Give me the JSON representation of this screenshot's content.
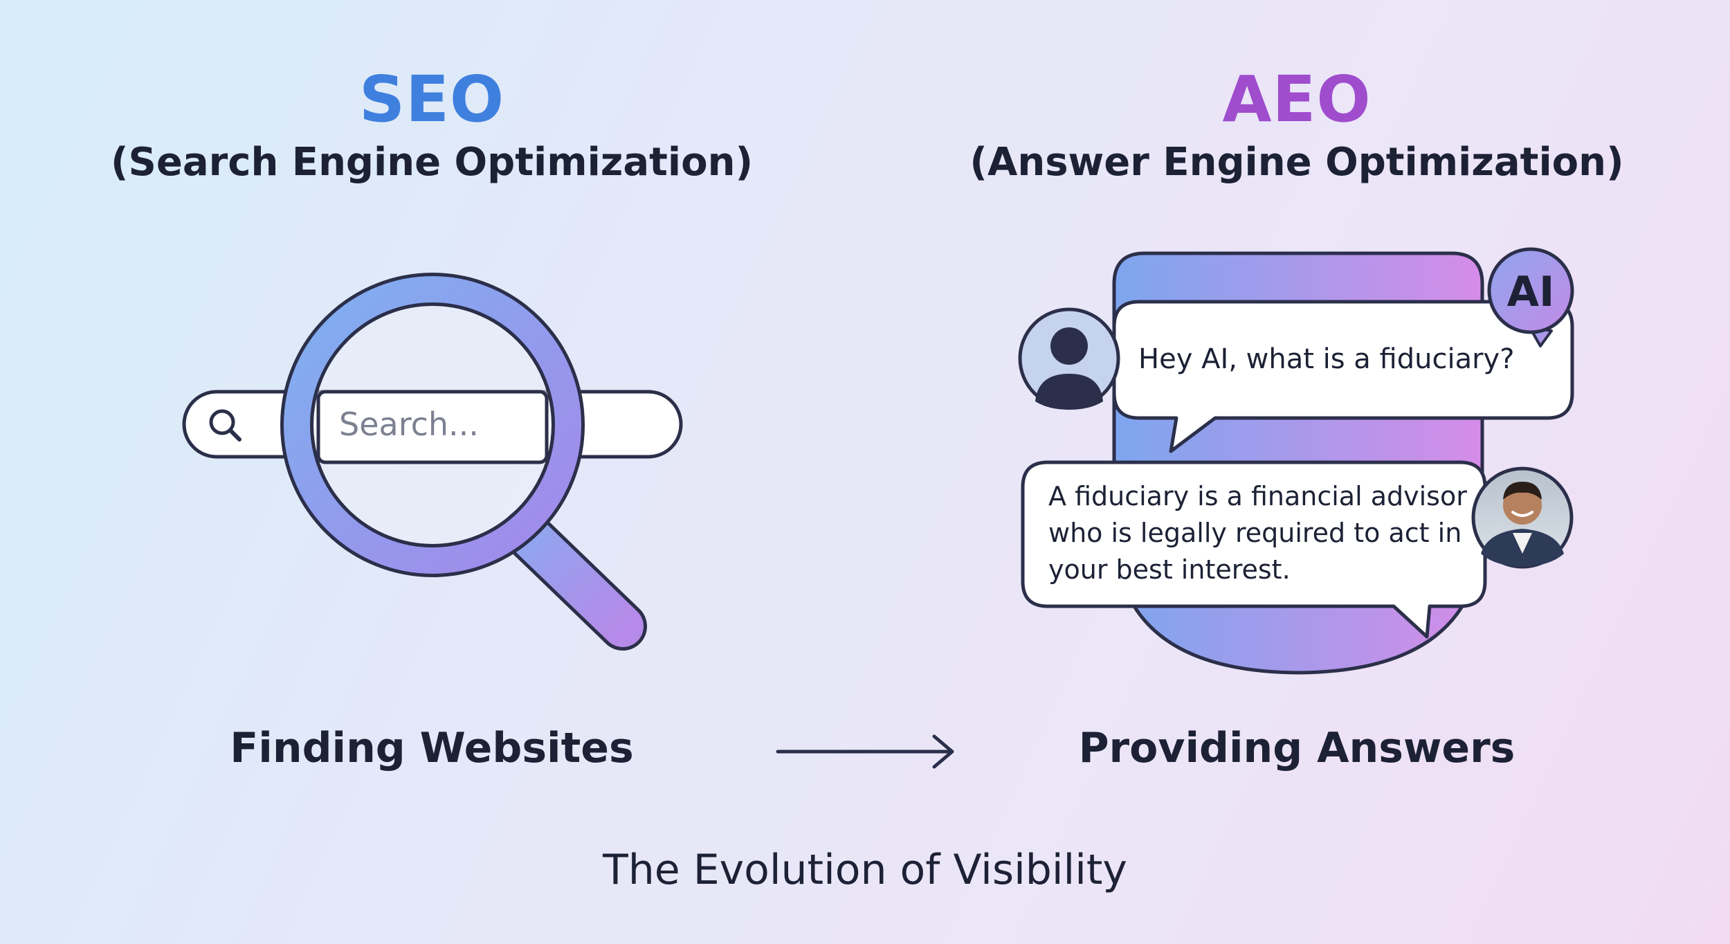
{
  "seo": {
    "title": "SEO",
    "subtitle": "(Search Engine Optimization)",
    "search_placeholder": "Search...",
    "caption": "Finding Websites"
  },
  "aeo": {
    "title": "AEO",
    "subtitle": "(Answer Engine Optimization)",
    "ai_badge": "AI",
    "question": "Hey AI, what is a fiduciary?",
    "answer_lines": [
      "A fiduciary is a financial advisor",
      "who is legally required to act in",
      "your best interest."
    ],
    "caption": "Providing Answers"
  },
  "footer": "The Evolution of Visibility",
  "colors": {
    "seo_blue": "#3f80de",
    "aeo_purple": "#9f4ccd",
    "outline": "#2b2f4a"
  }
}
